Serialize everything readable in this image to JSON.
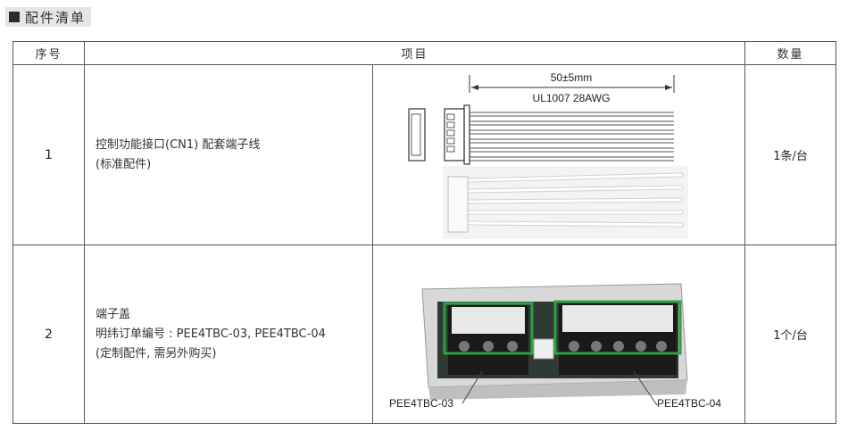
{
  "section": {
    "title": "配件清单"
  },
  "table": {
    "headers": {
      "no": "序号",
      "item": "项目",
      "qty": "数量"
    },
    "rows": [
      {
        "no": "1",
        "desc_line1": "控制功能接口(CN1) 配套端子线",
        "desc_line2": "(标准配件)",
        "dim_label": "50±5mm",
        "wire_label": "UL1007 28AWG",
        "qty": "1条/台"
      },
      {
        "no": "2",
        "desc_line1": "端子盖",
        "desc_line2": "明纬订单编号 : PEE4TBC-03, PEE4TBC-04",
        "desc_line3": "(定制配件, 需另外购买)",
        "callout_left": "PEE4TBC-03",
        "callout_right": "PEE4TBC-04",
        "qty": "1个/台"
      }
    ]
  }
}
